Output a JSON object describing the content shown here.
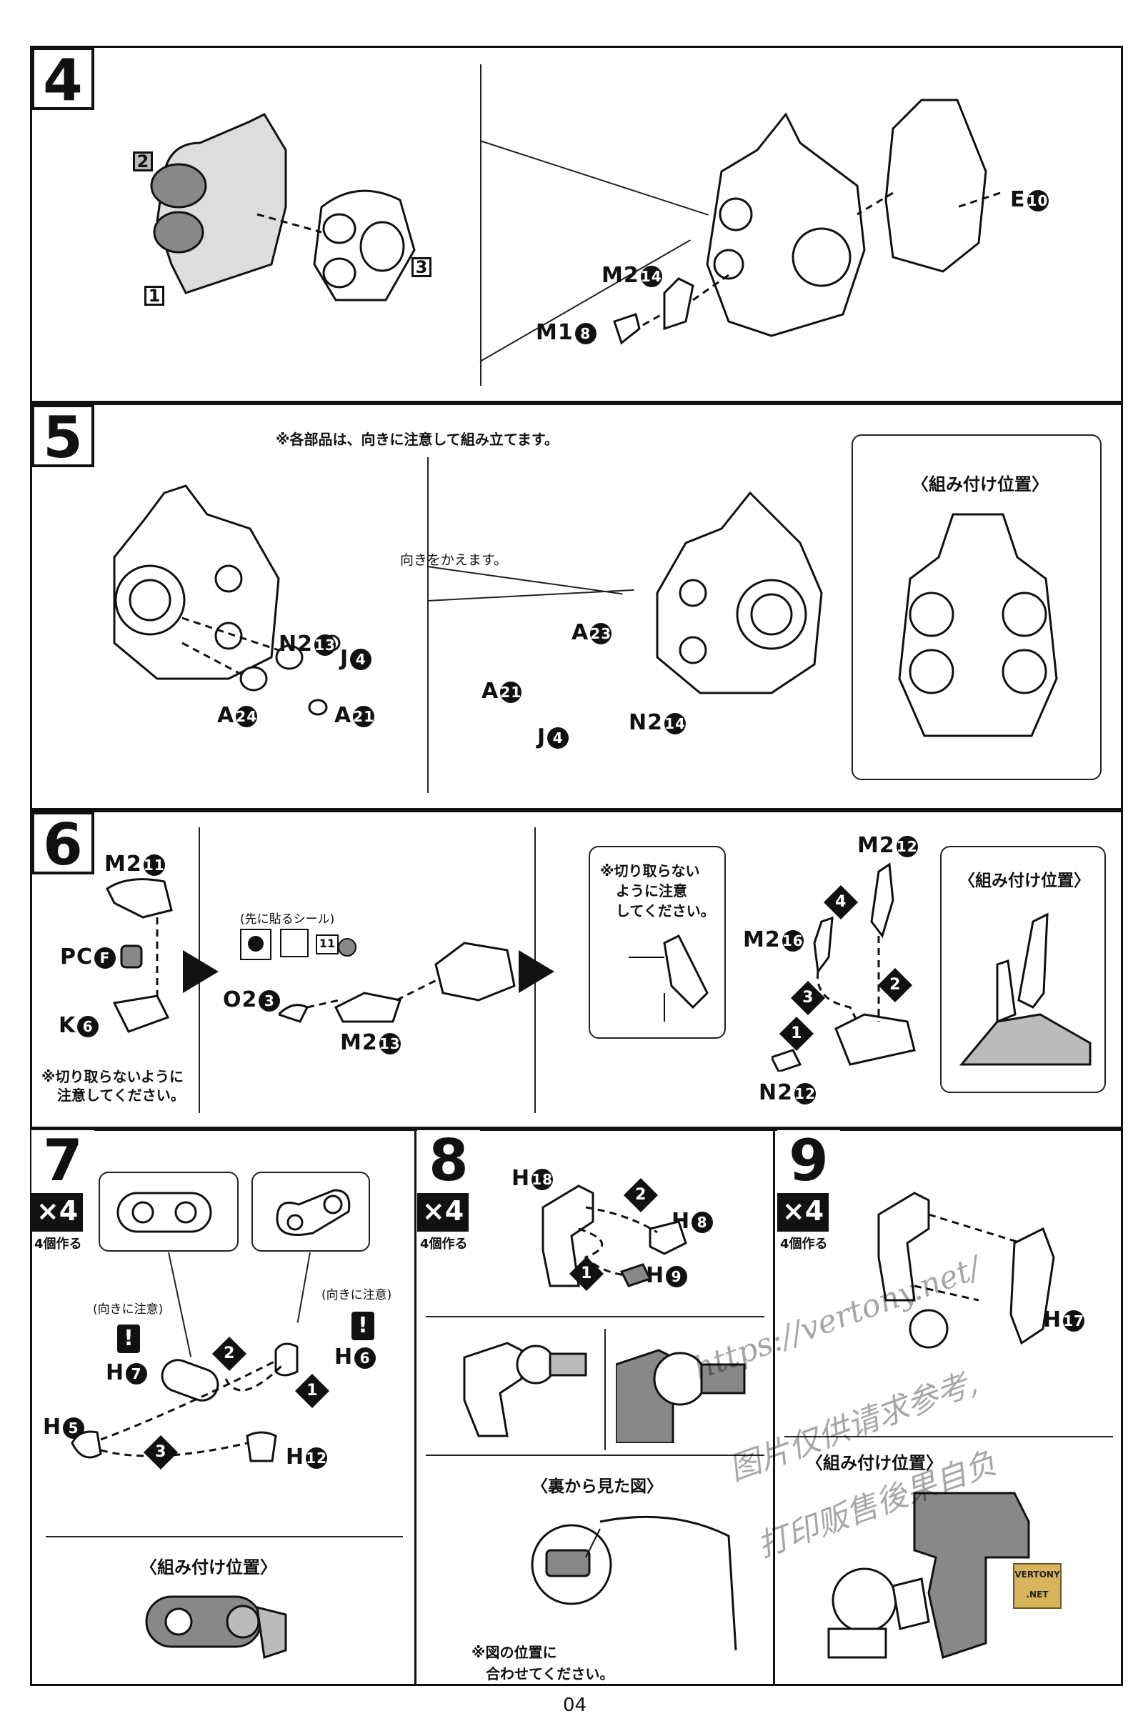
{
  "steps": {
    "s4": {
      "num": "4",
      "labels": {
        "p2": "2",
        "p1": "1",
        "p3": "3",
        "e10": "E",
        "e10n": "10",
        "m2": "M2",
        "m2n": "14",
        "m1": "M1",
        "m1n": "8"
      }
    },
    "s5": {
      "num": "5",
      "note_top": "※各部品は、向きに注意して組み立てます。",
      "note_turn": "向きをかえます。",
      "position_title": "〈組み付け位置〉",
      "labels": {
        "n2a": "N2",
        "n2an": "13",
        "j4a": "J",
        "j4an": "4",
        "a24": "A",
        "a24n": "24",
        "a21a": "A",
        "a21an": "21",
        "a23": "A",
        "a23n": "23",
        "a21b": "A",
        "a21bn": "21",
        "j4b": "J",
        "j4bn": "4",
        "n2b": "N2",
        "n2bn": "14"
      }
    },
    "s6": {
      "num": "6",
      "labels": {
        "m2_11": "M2",
        "m2_11n": "11",
        "pcf": "PC",
        "pcfn": "F",
        "k6": "K",
        "k6n": "6",
        "o2_3": "O2",
        "o2_3n": "3",
        "m2_13": "M2",
        "m2_13n": "13",
        "m2_12": "M2",
        "m2_12n": "12",
        "m2_16": "M2",
        "m2_16n": "16",
        "n2_12": "N2",
        "n2_12n": "12"
      },
      "note_cut": "※切り取らないように",
      "note_cut2": "注意してください。",
      "sticker_note": "(先に貼るシール)",
      "sticker_num": "11",
      "note_cut_box1": "※切り取らない",
      "note_cut_box2": "ように注意",
      "note_cut_box3": "してください。",
      "position_title": "〈組み付け位置〉",
      "seq": [
        "1",
        "2",
        "3",
        "4"
      ]
    },
    "s7": {
      "num": "7",
      "badge": "×4",
      "make": "4個作る",
      "orient_note": "(向きに注意)",
      "labels": {
        "h7": "H",
        "h7n": "7",
        "h6": "H",
        "h6n": "6",
        "h5": "H",
        "h5n": "5",
        "h12": "H",
        "h12n": "12"
      },
      "seq": [
        "1",
        "2",
        "3"
      ],
      "position_title": "〈組み付け位置〉"
    },
    "s8": {
      "num": "8",
      "badge": "×4",
      "make": "4個作る",
      "labels": {
        "h18": "H",
        "h18n": "18",
        "h8": "H",
        "h8n": "8",
        "h9": "H",
        "h9n": "9"
      },
      "seq": [
        "1",
        "2"
      ],
      "back_view": "〈裏から見た図〉",
      "note_align1": "※図の位置に",
      "note_align2": "合わせてください。"
    },
    "s9": {
      "num": "9",
      "badge": "×4",
      "make": "4個作る",
      "labels": {
        "h17": "H",
        "h17n": "17"
      },
      "position_title": "〈組み付け位置〉"
    }
  },
  "watermark": {
    "line1": "https://vertony.net/",
    "line2": "图片仅供请求参考,",
    "line3": "打印贩售後果自负"
  },
  "logo": {
    "line1": "VERTONY",
    "line2": ".NET"
  },
  "page_number": "04"
}
